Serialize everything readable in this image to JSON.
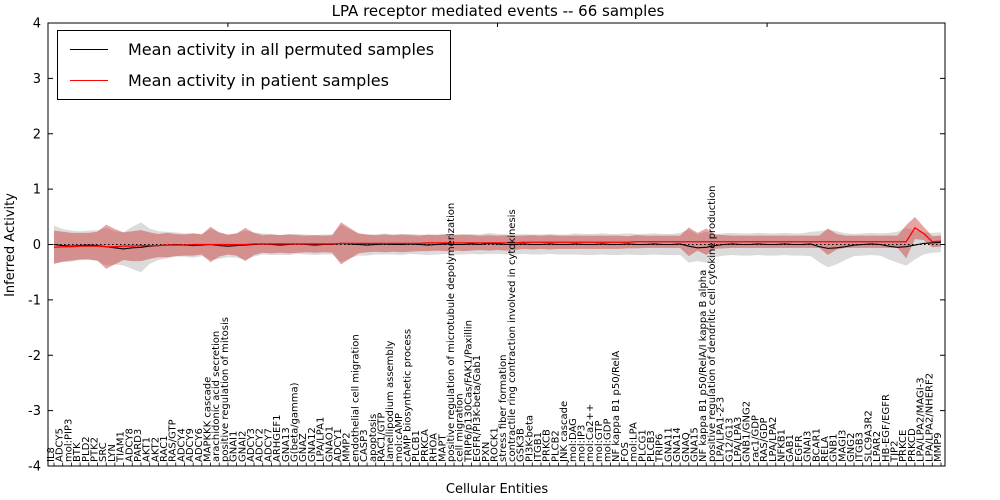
{
  "chart_data": {
    "type": "line",
    "title": "LPA receptor mediated events -- 66 samples",
    "xlabel": "Cellular Entities",
    "ylabel": "Inferred Activity",
    "ylim": [
      -4,
      4
    ],
    "yticks": [
      -4,
      -3,
      -2,
      -1,
      0,
      1,
      2,
      3,
      4
    ],
    "grid": false,
    "zero_line_style": "dotted",
    "legend_position": "upper left",
    "categories": [
      "IL8",
      "ADCY5",
      "mol:PIP3",
      "BTK",
      "PLD2",
      "PTK2",
      "SRC",
      "LYN",
      "TIAM1",
      "ADCY8",
      "PARD3",
      "AKT1",
      "AKT2",
      "RAC1",
      "RAS/GTP",
      "ADCY4",
      "ADCY9",
      "ADCY6",
      "MAPKKK cascade",
      "arachidonic acid secretion",
      "positive regulation of mitosis",
      "GNAI1",
      "GNAI2",
      "ADCY3",
      "ADCY2",
      "ADCY7",
      "ARHGEF1",
      "GNA13",
      "G(beta/gamma)",
      "GNAZ",
      "GNA12",
      "LPA/LPA1",
      "GNAO1",
      "ADCY1",
      "MMP2",
      "endothelial cell migration",
      "CASP3",
      "apoptosis",
      "RAC1/GTP",
      "lamellipodium assembly",
      "mol:cAMP",
      "cAMP biosynthetic process",
      "PLCB1",
      "PRKCA",
      "RHOA",
      "MAPT",
      "positive regulation of microtubule depolymerization",
      "cell migration",
      "TRIP6/p130Cas/FAK1/Paxillin",
      "EGFR/PI3K-beta/Gab1",
      "PXN",
      "ROCK1",
      "stress fiber formation",
      "contractile ring contraction involved in cytokinesis",
      "GSK3B",
      "PI3K-beta",
      "ITGB1",
      "PRKCB",
      "PLCB2",
      "JNK cascade",
      "mol:DAG",
      "mol:IP3",
      "mol:Ca2++",
      "mol:GTP",
      "mol:GDP",
      "NF kappa B1 p50/RelA",
      "FOS",
      "mol:LPA",
      "PLCG1",
      "PLCB3",
      "TRIP6",
      "GNA11",
      "GNA14",
      "GNAQ",
      "GNA15",
      "NF kappa B1 p50/RelA/I kappa B alpha",
      "positive regulation of dendritic cell cytokine production",
      "LPA/LPA1-2-3",
      "G12/G13",
      "LPA/LPA3",
      "GNB1/GNG2",
      "rac1/GDP",
      "RAS/GDP",
      "LPA/LPA2",
      "NFKB1",
      "GAB1",
      "EGFR",
      "GNAI3",
      "BCAR1",
      "RELA",
      "GNB1",
      "MAGI3",
      "GNG2",
      "ITGB3",
      "SLC9A3R2",
      "LPAR2",
      "HB-EGF/EGFR",
      "TJP2",
      "PRKCE",
      "PRKCD",
      "LPA/LPA2/MAGI-3",
      "LPA/LPA2/NHERF2",
      "MMP9"
    ],
    "series": [
      {
        "name": "Mean activity in all permuted samples",
        "color": "#000000",
        "values": [
          0.0,
          -0.02,
          -0.03,
          -0.02,
          -0.01,
          -0.02,
          -0.04,
          -0.06,
          -0.08,
          -0.06,
          -0.05,
          -0.03,
          -0.02,
          -0.01,
          0.0,
          -0.01,
          -0.02,
          -0.01,
          0.0,
          -0.02,
          -0.03,
          -0.02,
          -0.01,
          0.0,
          0.01,
          0.0,
          -0.01,
          0.0,
          0.01,
          0.0,
          -0.01,
          0.0,
          0.0,
          0.02,
          0.01,
          0.0,
          -0.01,
          0.0,
          0.01,
          0.0,
          0.0,
          0.01,
          0.0,
          -0.01,
          0.0,
          0.01,
          0.0,
          0.0,
          0.01,
          0.0,
          0.02,
          0.01,
          0.0,
          0.0,
          0.01,
          0.0,
          0.0,
          0.01,
          0.0,
          0.0,
          0.01,
          0.0,
          0.0,
          0.01,
          0.0,
          0.0,
          0.01,
          0.0,
          0.0,
          0.01,
          0.0,
          0.0,
          0.01,
          -0.03,
          -0.06,
          -0.05,
          -0.02,
          0.0,
          0.01,
          0.0,
          0.0,
          0.01,
          0.0,
          0.0,
          0.01,
          0.0,
          0.0,
          0.01,
          -0.04,
          -0.07,
          -0.06,
          -0.04,
          -0.01,
          0.0,
          0.01,
          0.0,
          -0.03,
          -0.05,
          -0.04,
          -0.01,
          0.02,
          0.03,
          0.04
        ]
      },
      {
        "name": "Mean activity in patient samples",
        "color": "#ff0000",
        "values": [
          -0.05,
          -0.04,
          -0.04,
          -0.03,
          -0.03,
          -0.03,
          -0.04,
          -0.04,
          -0.03,
          -0.03,
          -0.02,
          -0.02,
          -0.02,
          -0.01,
          -0.01,
          -0.01,
          0.0,
          0.0,
          0.0,
          0.0,
          0.0,
          0.0,
          0.0,
          0.01,
          0.01,
          0.01,
          0.01,
          0.01,
          0.01,
          0.01,
          0.01,
          0.01,
          0.01,
          0.02,
          0.02,
          0.02,
          0.02,
          0.02,
          0.02,
          0.02,
          0.02,
          0.02,
          0.02,
          0.03,
          0.03,
          0.03,
          0.03,
          0.03,
          0.03,
          0.03,
          0.03,
          0.03,
          0.03,
          0.03,
          0.04,
          0.04,
          0.04,
          0.04,
          0.04,
          0.04,
          0.04,
          0.04,
          0.04,
          0.04,
          0.04,
          0.04,
          0.04,
          0.05,
          0.05,
          0.05,
          0.05,
          0.05,
          0.05,
          0.05,
          0.05,
          0.05,
          0.05,
          0.05,
          0.05,
          0.05,
          0.05,
          0.05,
          0.05,
          0.05,
          0.05,
          0.05,
          0.05,
          0.05,
          0.05,
          0.05,
          0.05,
          0.05,
          0.05,
          0.05,
          0.05,
          0.05,
          0.05,
          0.05,
          0.05,
          0.3,
          0.2,
          0.05,
          0.06
        ]
      }
    ],
    "bands": [
      {
        "name": "permuted envelope",
        "color": "#999999",
        "opacity": 0.35,
        "center_series": 0,
        "half_widths": [
          0.34,
          0.3,
          0.28,
          0.26,
          0.26,
          0.28,
          0.34,
          0.3,
          0.3,
          0.38,
          0.45,
          0.32,
          0.26,
          0.24,
          0.22,
          0.21,
          0.22,
          0.2,
          0.28,
          0.24,
          0.2,
          0.22,
          0.26,
          0.22,
          0.19,
          0.19,
          0.18,
          0.19,
          0.18,
          0.18,
          0.18,
          0.18,
          0.18,
          0.34,
          0.26,
          0.2,
          0.19,
          0.18,
          0.19,
          0.18,
          0.19,
          0.18,
          0.18,
          0.18,
          0.18,
          0.18,
          0.18,
          0.18,
          0.18,
          0.18,
          0.19,
          0.18,
          0.18,
          0.18,
          0.18,
          0.18,
          0.18,
          0.18,
          0.18,
          0.18,
          0.19,
          0.19,
          0.19,
          0.19,
          0.19,
          0.19,
          0.19,
          0.19,
          0.19,
          0.19,
          0.19,
          0.19,
          0.2,
          0.3,
          0.24,
          0.28,
          0.21,
          0.2,
          0.2,
          0.2,
          0.2,
          0.2,
          0.2,
          0.2,
          0.2,
          0.2,
          0.2,
          0.22,
          0.28,
          0.34,
          0.3,
          0.24,
          0.2,
          0.2,
          0.2,
          0.2,
          0.24,
          0.28,
          0.34,
          0.26,
          0.2,
          0.18,
          0.18
        ]
      },
      {
        "name": "patient envelope",
        "color": "#cc3333",
        "opacity": 0.45,
        "center_series": 1,
        "half_widths": [
          0.3,
          0.27,
          0.25,
          0.24,
          0.24,
          0.26,
          0.4,
          0.32,
          0.25,
          0.27,
          0.28,
          0.24,
          0.21,
          0.22,
          0.2,
          0.19,
          0.2,
          0.18,
          0.32,
          0.22,
          0.18,
          0.2,
          0.3,
          0.2,
          0.16,
          0.17,
          0.16,
          0.17,
          0.16,
          0.15,
          0.16,
          0.15,
          0.16,
          0.38,
          0.28,
          0.18,
          0.16,
          0.15,
          0.16,
          0.15,
          0.16,
          0.15,
          0.14,
          0.15,
          0.14,
          0.15,
          0.14,
          0.15,
          0.14,
          0.13,
          0.14,
          0.13,
          0.14,
          0.13,
          0.12,
          0.13,
          0.12,
          0.13,
          0.12,
          0.12,
          0.12,
          0.12,
          0.12,
          0.12,
          0.12,
          0.12,
          0.11,
          0.12,
          0.11,
          0.11,
          0.11,
          0.11,
          0.11,
          0.26,
          0.16,
          0.24,
          0.13,
          0.12,
          0.11,
          0.11,
          0.11,
          0.11,
          0.11,
          0.11,
          0.11,
          0.11,
          0.11,
          0.11,
          0.11,
          0.24,
          0.14,
          0.11,
          0.11,
          0.11,
          0.11,
          0.11,
          0.11,
          0.11,
          0.3,
          0.2,
          0.12,
          0.1,
          0.1
        ]
      }
    ]
  },
  "legend": {
    "items": [
      {
        "label": "Mean activity in all permuted samples",
        "color": "#000000"
      },
      {
        "label": "Mean activity in patient samples",
        "color": "#ff0000"
      }
    ]
  },
  "colors": {
    "axis": "#000000",
    "background": "#ffffff"
  }
}
